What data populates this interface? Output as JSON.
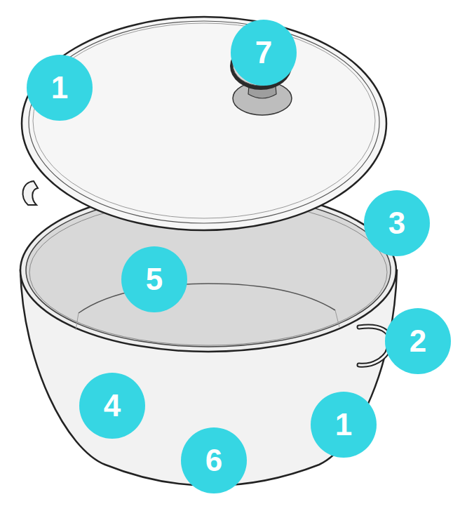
{
  "diagram": {
    "labels": [
      "7",
      "1",
      "3",
      "5",
      "2",
      "4",
      "1",
      "6"
    ]
  }
}
